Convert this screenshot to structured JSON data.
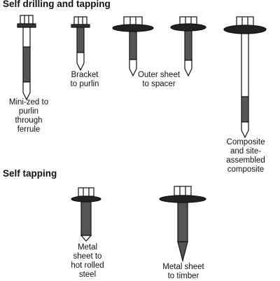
{
  "sections": {
    "drilling_title": "Self drilling and tapping",
    "tapping_title": "Self tapping"
  },
  "labels": {
    "mini_zed": [
      "Mini-zed to",
      "purlin",
      "through",
      "ferrule"
    ],
    "bracket": [
      "Bracket",
      "to purlin"
    ],
    "outer_sheet": [
      "Outer sheet",
      "to spacer"
    ],
    "composite": [
      "Composite",
      "and site-",
      "assembled",
      "composite"
    ],
    "metal_hot": [
      "Metal",
      "sheet to",
      "hot rolled",
      "steel"
    ],
    "metal_timber": [
      "Metal sheet",
      "to timber"
    ]
  }
}
